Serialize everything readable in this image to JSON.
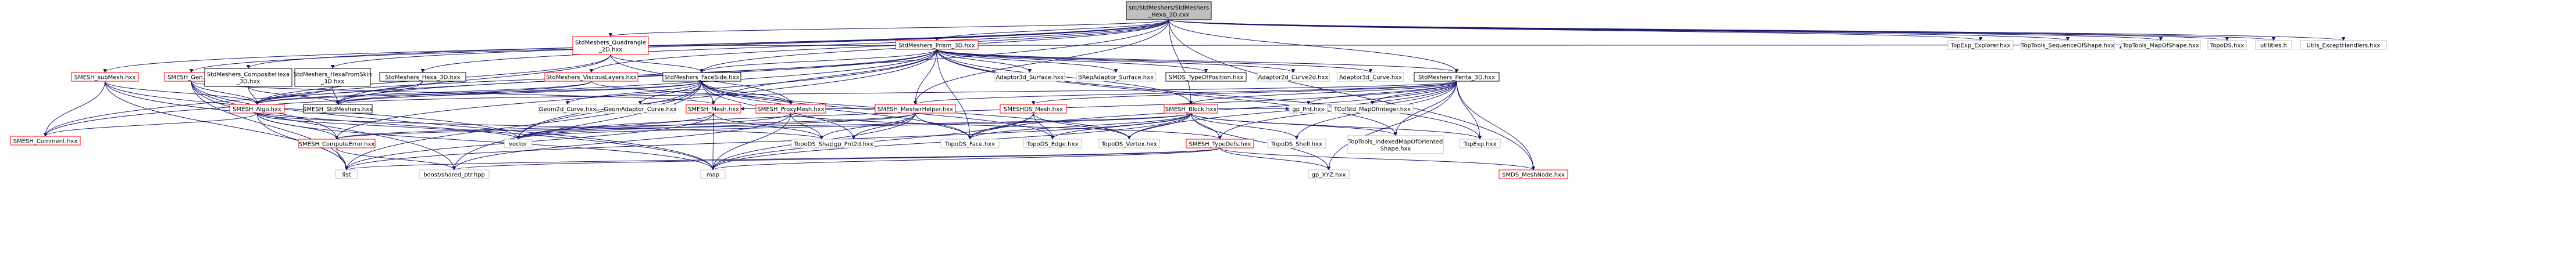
{
  "diagram": {
    "kind": "include-dependency-graph",
    "colors": {
      "edge": "#191970",
      "root_fill": "#bfbfbf",
      "missing_doc_border": "#ff0000",
      "plain_border": "#000000",
      "external_border": "#bfbfbf"
    },
    "nodes": [
      {
        "id": "root",
        "style": "root",
        "lines": [
          "src/StdMeshers/StdMeshers",
          "_Hexa_3D.cxx"
        ]
      },
      {
        "id": "hexa3d_hxx",
        "style": "black",
        "lines": [
          "StdMeshers_Hexa_3D.hxx"
        ]
      },
      {
        "id": "quadrangle2d",
        "style": "red",
        "lines": [
          "StdMeshers_Quadrangle",
          "_2D.hxx"
        ]
      },
      {
        "id": "prism3d",
        "style": "red",
        "lines": [
          "StdMeshers_Prism_3D.hxx"
        ]
      },
      {
        "id": "topexp_explorer",
        "style": "gray",
        "lines": [
          "TopExp_Explorer.hxx"
        ]
      },
      {
        "id": "toptools_seq",
        "style": "gray",
        "lines": [
          "TopTools_SequenceOfShape.hxx"
        ]
      },
      {
        "id": "toptools_map",
        "style": "gray",
        "lines": [
          "TopTools_MapOfShape.hxx"
        ]
      },
      {
        "id": "topods",
        "style": "gray",
        "lines": [
          "TopoDS.hxx"
        ]
      },
      {
        "id": "utilities",
        "style": "gray",
        "lines": [
          "utilities.h"
        ]
      },
      {
        "id": "utils_except",
        "style": "gray",
        "lines": [
          "Utils_ExceptHandlers.hxx"
        ]
      },
      {
        "id": "smesh_submesh",
        "style": "red",
        "lines": [
          "SMESH_subMesh.hxx"
        ]
      },
      {
        "id": "smesh_gen",
        "style": "red",
        "lines": [
          "SMESH_Gen.hxx"
        ]
      },
      {
        "id": "composite_hexa",
        "style": "black",
        "lines": [
          "StdMeshers_CompositeHexa",
          "_3D.hxx"
        ]
      },
      {
        "id": "hexa_from_skin",
        "style": "black",
        "lines": [
          "StdMeshers_HexaFromSkin",
          "_3D.hxx"
        ]
      },
      {
        "id": "viscous_layers",
        "style": "red",
        "lines": [
          "StdMeshers_ViscousLayers.hxx"
        ]
      },
      {
        "id": "faceside",
        "style": "black",
        "lines": [
          "StdMeshers_FaceSide.hxx"
        ]
      },
      {
        "id": "adaptor3d_surface",
        "style": "gray",
        "lines": [
          "Adaptor3d_Surface.hxx"
        ]
      },
      {
        "id": "brepadaptor_surface",
        "style": "gray",
        "lines": [
          "BRepAdaptor_Surface.hxx"
        ]
      },
      {
        "id": "smds_typeofposition",
        "style": "black",
        "lines": [
          "SMDS_TypeOfPosition.hxx"
        ]
      },
      {
        "id": "adaptor2d_curve2d",
        "style": "gray",
        "lines": [
          "Adaptor2d_Curve2d.hxx"
        ]
      },
      {
        "id": "adaptor3d_curve",
        "style": "gray",
        "lines": [
          "Adaptor3d_Curve.hxx"
        ]
      },
      {
        "id": "penta3d",
        "style": "black",
        "lines": [
          "StdMeshers_Penta_3D.hxx"
        ]
      },
      {
        "id": "smesh_algo",
        "style": "red",
        "lines": [
          "SMESH_Algo.hxx"
        ]
      },
      {
        "id": "stdmeshers_hxx",
        "style": "black",
        "lines": [
          "SMESH_StdMeshers.hxx"
        ]
      },
      {
        "id": "smesh_mesh",
        "style": "red",
        "lines": [
          "SMESH_Mesh.hxx"
        ]
      },
      {
        "id": "smesh_proxymesh",
        "style": "red",
        "lines": [
          "SMESH_ProxyMesh.hxx"
        ]
      },
      {
        "id": "geom2d_curve",
        "style": "gray",
        "lines": [
          "Geom2d_Curve.hxx"
        ]
      },
      {
        "id": "geomadaptor_curve",
        "style": "gray",
        "lines": [
          "GeomAdaptor_Curve.hxx"
        ]
      },
      {
        "id": "mesherhelper",
        "style": "red",
        "lines": [
          "SMESH_MesherHelper.hxx"
        ]
      },
      {
        "id": "meshds_mesh",
        "style": "red",
        "lines": [
          "SMESHDS_Mesh.hxx"
        ]
      },
      {
        "id": "smesh_block",
        "style": "red",
        "lines": [
          "SMESH_Block.hxx"
        ]
      },
      {
        "id": "gp_pnt",
        "style": "gray",
        "lines": [
          "gp_Pnt.hxx"
        ]
      },
      {
        "id": "tcolstd_map",
        "style": "gray",
        "lines": [
          "TColStd_MapOfInteger.hxx"
        ]
      },
      {
        "id": "smesh_comment",
        "style": "red",
        "lines": [
          "SMESH_Comment.hxx"
        ]
      },
      {
        "id": "smesh_computeerror",
        "style": "red",
        "lines": [
          "SMESH_ComputeError.hxx"
        ]
      },
      {
        "id": "vector",
        "style": "gray",
        "lines": [
          "vector"
        ]
      },
      {
        "id": "topods_shape",
        "style": "gray",
        "lines": [
          "TopoDS_Shape.hxx"
        ]
      },
      {
        "id": "gp_pnt2d",
        "style": "gray",
        "lines": [
          "gp_Pnt2d.hxx"
        ]
      },
      {
        "id": "topods_face",
        "style": "gray",
        "lines": [
          "TopoDS_Face.hxx"
        ]
      },
      {
        "id": "topods_edge",
        "style": "gray",
        "lines": [
          "TopoDS_Edge.hxx"
        ]
      },
      {
        "id": "topods_vertex",
        "style": "gray",
        "lines": [
          "TopoDS_Vertex.hxx"
        ]
      },
      {
        "id": "smesh_typedefs",
        "style": "red",
        "lines": [
          "SMESH_TypeDefs.hxx"
        ]
      },
      {
        "id": "topods_shell",
        "style": "gray",
        "lines": [
          "TopoDS_Shell.hxx"
        ]
      },
      {
        "id": "toptools_indexed",
        "style": "gray",
        "lines": [
          "TopTools_IndexedMapOfOriented",
          "Shape.hxx"
        ]
      },
      {
        "id": "topexp",
        "style": "gray",
        "lines": [
          "TopExp.hxx"
        ]
      },
      {
        "id": "list",
        "style": "gray",
        "lines": [
          "list"
        ]
      },
      {
        "id": "boost_shared_ptr",
        "style": "gray",
        "lines": [
          "boost/shared_ptr.hpp"
        ]
      },
      {
        "id": "map",
        "style": "gray",
        "lines": [
          "map"
        ]
      },
      {
        "id": "gp_xyz",
        "style": "gray",
        "lines": [
          "gp_XYZ.hxx"
        ]
      },
      {
        "id": "smds_meshnode",
        "style": "red",
        "lines": [
          "SMDS_MeshNode.hxx"
        ]
      }
    ],
    "edges": [
      [
        "root",
        "hexa3d_hxx"
      ],
      [
        "root",
        "quadrangle2d"
      ],
      [
        "root",
        "prism3d"
      ],
      [
        "root",
        "topexp_explorer"
      ],
      [
        "root",
        "toptools_seq"
      ],
      [
        "root",
        "toptools_map"
      ],
      [
        "root",
        "topods"
      ],
      [
        "root",
        "utilities"
      ],
      [
        "root",
        "utils_except"
      ],
      [
        "root",
        "smesh_submesh"
      ],
      [
        "root",
        "smesh_gen"
      ],
      [
        "root",
        "composite_hexa"
      ],
      [
        "root",
        "hexa_from_skin"
      ],
      [
        "root",
        "viscous_layers"
      ],
      [
        "root",
        "faceside"
      ],
      [
        "root",
        "penta3d"
      ],
      [
        "root",
        "smesh_comment"
      ],
      [
        "root",
        "mesherhelper"
      ],
      [
        "root",
        "smesh_block"
      ],
      [
        "root",
        "smds_meshnode"
      ],
      [
        "hexa3d_hxx",
        "smesh_algo"
      ],
      [
        "hexa3d_hxx",
        "stdmeshers_hxx"
      ],
      [
        "quadrangle2d",
        "smesh_algo"
      ],
      [
        "quadrangle2d",
        "stdmeshers_hxx"
      ],
      [
        "quadrangle2d",
        "faceside"
      ],
      [
        "quadrangle2d",
        "smesh_proxymesh"
      ],
      [
        "quadrangle2d",
        "toptools_map"
      ],
      [
        "prism3d",
        "smesh_algo"
      ],
      [
        "prism3d",
        "stdmeshers_hxx"
      ],
      [
        "prism3d",
        "faceside"
      ],
      [
        "prism3d",
        "adaptor3d_surface"
      ],
      [
        "prism3d",
        "brepadaptor_surface"
      ],
      [
        "prism3d",
        "smds_typeofposition"
      ],
      [
        "prism3d",
        "adaptor2d_curve2d"
      ],
      [
        "prism3d",
        "adaptor3d_curve"
      ],
      [
        "prism3d",
        "penta3d"
      ],
      [
        "prism3d",
        "mesherhelper"
      ],
      [
        "prism3d",
        "smesh_block"
      ],
      [
        "prism3d",
        "smesh_comment"
      ],
      [
        "prism3d",
        "smesh_mesh"
      ],
      [
        "prism3d",
        "topexp"
      ],
      [
        "prism3d",
        "toptools_indexed"
      ],
      [
        "prism3d",
        "topods_face"
      ],
      [
        "prism3d",
        "vector"
      ],
      [
        "prism3d",
        "smesh_computeerror"
      ],
      [
        "smesh_submesh",
        "smesh_algo"
      ],
      [
        "smesh_submesh",
        "smesh_comment"
      ],
      [
        "smesh_submesh",
        "list"
      ],
      [
        "smesh_submesh",
        "map"
      ],
      [
        "smesh_submesh",
        "vector"
      ],
      [
        "smesh_gen",
        "smesh_algo"
      ],
      [
        "smesh_gen",
        "smesh_computeerror"
      ],
      [
        "smesh_gen",
        "smesh_mesh"
      ],
      [
        "smesh_gen",
        "list"
      ],
      [
        "smesh_gen",
        "map"
      ],
      [
        "smesh_gen",
        "boost_shared_ptr"
      ],
      [
        "composite_hexa",
        "smesh_algo"
      ],
      [
        "composite_hexa",
        "stdmeshers_hxx"
      ],
      [
        "hexa_from_skin",
        "smesh_algo"
      ],
      [
        "hexa_from_skin",
        "stdmeshers_hxx"
      ],
      [
        "viscous_layers",
        "smesh_algo"
      ],
      [
        "viscous_layers",
        "stdmeshers_hxx"
      ],
      [
        "viscous_layers",
        "smesh_proxymesh"
      ],
      [
        "faceside",
        "stdmeshers_hxx"
      ],
      [
        "faceside",
        "smesh_algo"
      ],
      [
        "faceside",
        "geom2d_curve"
      ],
      [
        "faceside",
        "geomadaptor_curve"
      ],
      [
        "faceside",
        "smesh_mesh"
      ],
      [
        "faceside",
        "smesh_proxymesh"
      ],
      [
        "faceside",
        "gp_pnt2d"
      ],
      [
        "faceside",
        "topods_face"
      ],
      [
        "faceside",
        "topods_edge"
      ],
      [
        "faceside",
        "topods_vertex"
      ],
      [
        "faceside",
        "list"
      ],
      [
        "faceside",
        "vector"
      ],
      [
        "faceside",
        "boost_shared_ptr"
      ],
      [
        "penta3d",
        "smesh_block"
      ],
      [
        "penta3d",
        "mesherhelper"
      ],
      [
        "penta3d",
        "gp_pnt"
      ],
      [
        "penta3d",
        "tcolstd_map"
      ],
      [
        "penta3d",
        "topods_shell"
      ],
      [
        "penta3d",
        "toptools_indexed"
      ],
      [
        "penta3d",
        "topexp"
      ],
      [
        "penta3d",
        "smds_meshnode"
      ],
      [
        "penta3d",
        "stdmeshers_hxx"
      ],
      [
        "penta3d",
        "meshds_mesh"
      ],
      [
        "penta3d",
        "smesh_typedefs"
      ],
      [
        "penta3d",
        "gp_xyz"
      ],
      [
        "penta3d",
        "topods_face"
      ],
      [
        "penta3d",
        "topods_vertex"
      ],
      [
        "penta3d",
        "vector"
      ],
      [
        "smesh_algo",
        "smesh_comment"
      ],
      [
        "smesh_algo",
        "smesh_computeerror"
      ],
      [
        "smesh_algo",
        "topods_shape"
      ],
      [
        "smesh_algo",
        "list"
      ],
      [
        "smesh_algo",
        "map"
      ],
      [
        "smesh_algo",
        "vector"
      ],
      [
        "smesh_mesh",
        "topods_shape"
      ],
      [
        "smesh_mesh",
        "list"
      ],
      [
        "smesh_mesh",
        "map"
      ],
      [
        "smesh_mesh",
        "vector"
      ],
      [
        "smesh_proxymesh",
        "topods_shape"
      ],
      [
        "smesh_proxymesh",
        "smesh_typedefs"
      ],
      [
        "smesh_proxymesh",
        "boost_shared_ptr"
      ],
      [
        "smesh_proxymesh",
        "map"
      ],
      [
        "smesh_proxymesh",
        "vector"
      ],
      [
        "mesherhelper",
        "smesh_mesh"
      ],
      [
        "mesherhelper",
        "gp_pnt2d"
      ],
      [
        "mesherhelper",
        "topods_face"
      ],
      [
        "mesherhelper",
        "topods_shape"
      ],
      [
        "mesherhelper",
        "smesh_computeerror"
      ],
      [
        "mesherhelper",
        "map"
      ],
      [
        "mesherhelper",
        "vector"
      ],
      [
        "meshds_mesh",
        "topods_face"
      ],
      [
        "meshds_mesh",
        "topods_edge"
      ],
      [
        "meshds_mesh",
        "topods_vertex"
      ],
      [
        "meshds_mesh",
        "map"
      ],
      [
        "smesh_block",
        "topods_face"
      ],
      [
        "smesh_block",
        "topods_edge"
      ],
      [
        "smesh_block",
        "topods_vertex"
      ],
      [
        "smesh_block",
        "topods_shell"
      ],
      [
        "smesh_block",
        "toptools_indexed"
      ],
      [
        "smesh_block",
        "gp_pnt"
      ],
      [
        "smesh_block",
        "gp_xyz"
      ],
      [
        "smesh_block",
        "smesh_computeerror"
      ],
      [
        "smesh_block",
        "vector"
      ],
      [
        "smesh_block",
        "list"
      ],
      [
        "smesh_block",
        "map"
      ],
      [
        "smesh_block",
        "topexp"
      ],
      [
        "smesh_block",
        "smesh_typedefs"
      ],
      [
        "smesh_computeerror",
        "list"
      ],
      [
        "smesh_computeerror",
        "boost_shared_ptr"
      ],
      [
        "smesh_typedefs",
        "smds_meshnode"
      ],
      [
        "smesh_typedefs",
        "gp_xyz"
      ],
      [
        "smesh_typedefs",
        "list"
      ],
      [
        "smesh_typedefs",
        "map"
      ],
      [
        "smesh_typedefs",
        "boost_shared_ptr"
      ]
    ]
  }
}
